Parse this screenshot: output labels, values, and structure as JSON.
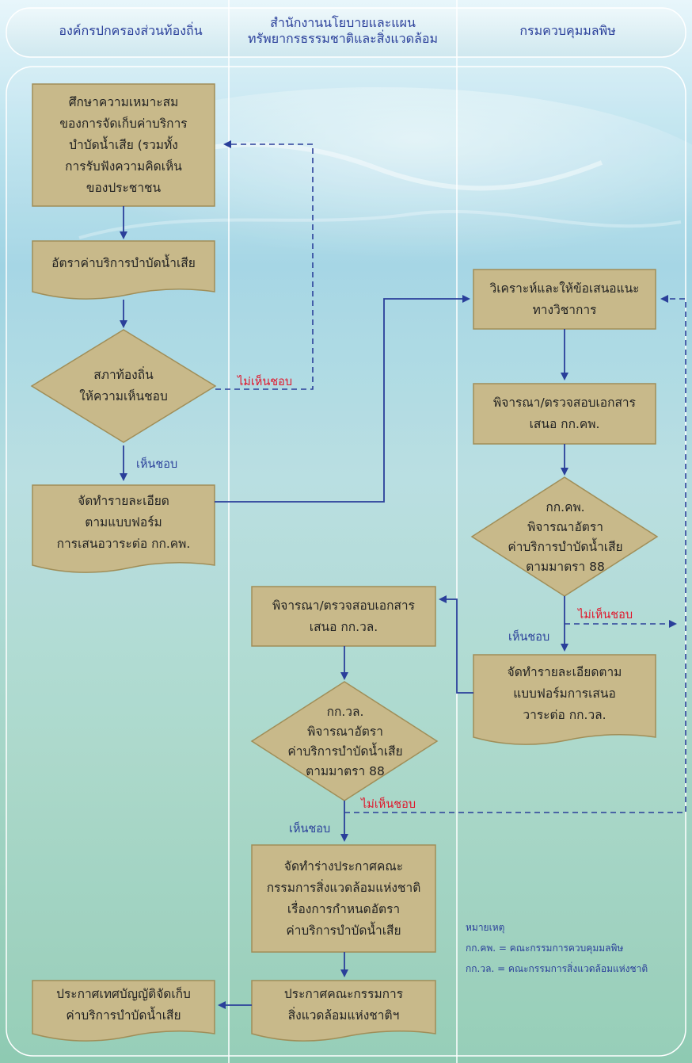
{
  "columns": {
    "col1": "องค์กรปกครองส่วนท้องถิ่น",
    "col2_line1": "สำนักงานนโยบายและแผน",
    "col2_line2": "ทรัพยากรธรรมชาติและสิ่งแวดล้อม",
    "col3": "กรมควบคุมมลพิษ"
  },
  "steps": {
    "study": [
      "ศึกษาความเหมาะสม",
      "ของการจัดเก็บค่าบริการ",
      "บำบัดน้ำเสีย (รวมทั้ง",
      "การรับฟังความคิดเห็น",
      "ของประชาชน"
    ],
    "rate_doc": [
      "อัตราค่าบริการบำบัดน้ำเสีย"
    ],
    "local_council": [
      "สภาท้องถิ่น",
      "ให้ความเห็นชอบ"
    ],
    "prepare_form": [
      "จัดทำรายละเอียด",
      "ตามแบบฟอร์ม",
      "การเสนอวาระต่อ กก.คพ."
    ],
    "analyze": [
      "วิเคราะห์และให้ข้อเสนอแนะ",
      "ทางวิชาการ"
    ],
    "review_pcd": [
      "พิจารณา/ตรวจสอบเอกสาร",
      "เสนอ กก.คพ."
    ],
    "pcd_decision": [
      "กก.คพ.",
      "พิจารณาอัตรา",
      "ค่าบริการบำบัดน้ำเสีย",
      "ตามมาตรา 88"
    ],
    "prepare_nec": [
      "จัดทำรายละเอียดตาม",
      "แบบฟอร์มการเสนอ",
      "วาระต่อ กก.วล."
    ],
    "review_nec": [
      "พิจารณา/ตรวจสอบเอกสาร",
      "เสนอ กก.วล."
    ],
    "nec_decision": [
      "กก.วล.",
      "พิจารณาอัตรา",
      "ค่าบริการบำบัดน้ำเสีย",
      "ตามมาตรา 88"
    ],
    "draft_notice": [
      "จัดทำร่างประกาศคณะ",
      "กรรมการสิ่งแวดล้อมแห่งชาติ",
      "เรื่องการกำหนดอัตรา",
      "ค่าบริการบำบัดน้ำเสีย"
    ],
    "nec_notice": [
      "ประกาศคณะกรรมการ",
      "สิ่งแวดล้อมแห่งชาติฯ"
    ],
    "municipal_ordinance": [
      "ประกาศเทศบัญญัติจัดเก็บ",
      "ค่าบริการบำบัดน้ำเสีย"
    ]
  },
  "labels": {
    "reject": "ไม่เห็นชอบ",
    "approve": "เห็นชอบ"
  },
  "legend": {
    "title": "หมายเหตุ",
    "items": [
      "กก.คพ. = คณะกรรมการควบคุมมลพิษ",
      "กก.วล. = คณะกรรมการสิ่งแวดล้อมแห่งชาติ"
    ]
  },
  "colors": {
    "box_fill": "#c8b98a",
    "box_border": "#a08e58",
    "arrow": "#2a3f9a",
    "reject_text": "#e0152a",
    "header_text": "#2a3f9a"
  }
}
